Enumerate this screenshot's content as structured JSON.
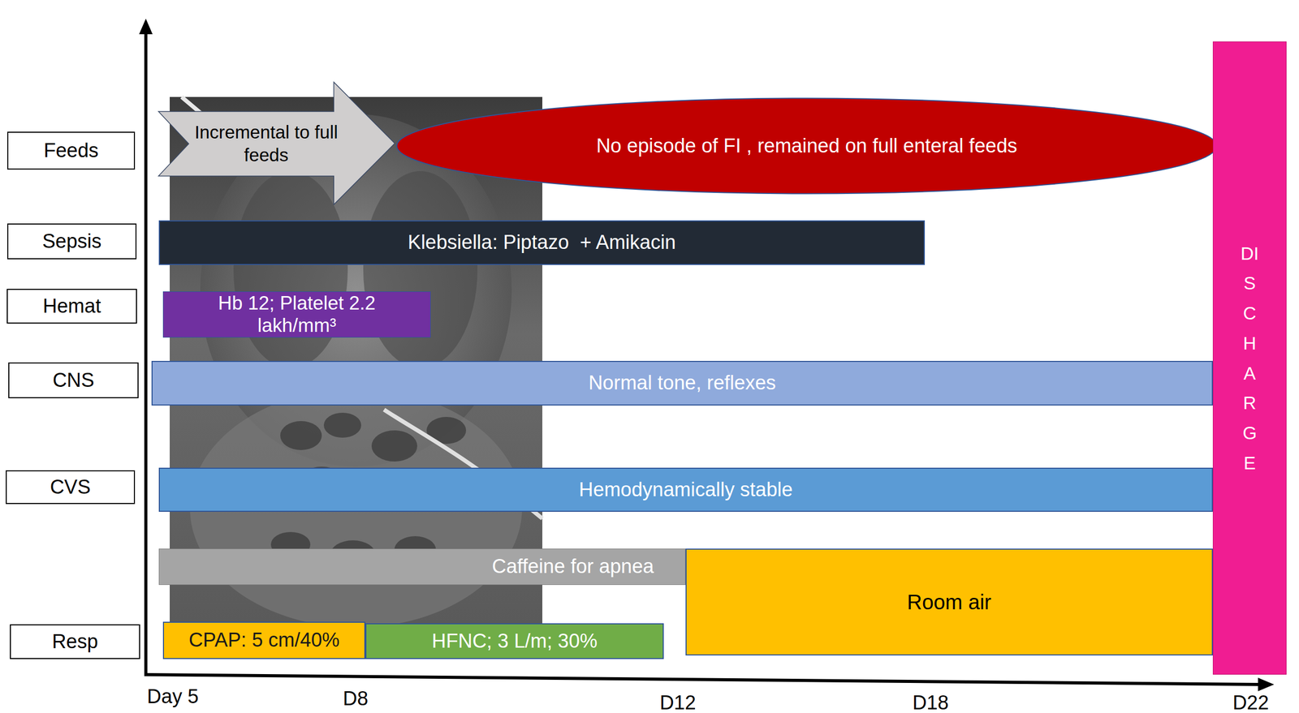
{
  "diagram": {
    "nodes": [
      {
        "text": [
          "Feeds"
        ]
      },
      {
        "text": [
          "Incremental to full feeds"
        ]
      },
      {
        "text": [
          "No episode of FI , remained on full enteral feeds"
        ]
      },
      {
        "text": [
          "Sepsis"
        ]
      },
      {
        "text": [
          "Klebsiella: Piptazo  + Amikacin"
        ]
      },
      {
        "text": [
          "Hemat"
        ]
      },
      {
        "text": [
          "Hb 12; Platelet 2.2 lakh/mm³"
        ]
      },
      {
        "text": [
          "CNS"
        ]
      },
      {
        "text": [
          "Normal tone, reflexes"
        ]
      },
      {
        "text": [
          "CVS"
        ]
      },
      {
        "text": [
          "Hemodynamically stable"
        ]
      },
      {
        "text": [
          "Caffeine for apnea"
        ]
      },
      {
        "text": [
          "Room air"
        ]
      },
      {
        "text": [
          "Resp"
        ]
      },
      {
        "text": [
          "CPAP: 5 cm/40%"
        ]
      },
      {
        "text": [
          "HFNC; 3 L/m; 30%"
        ]
      },
      {
        "text": [
          "DISCHARGE"
        ]
      }
    ],
    "labels": [
      "Day 5",
      "D8",
      "D12",
      "D18",
      "D22"
    ]
  }
}
